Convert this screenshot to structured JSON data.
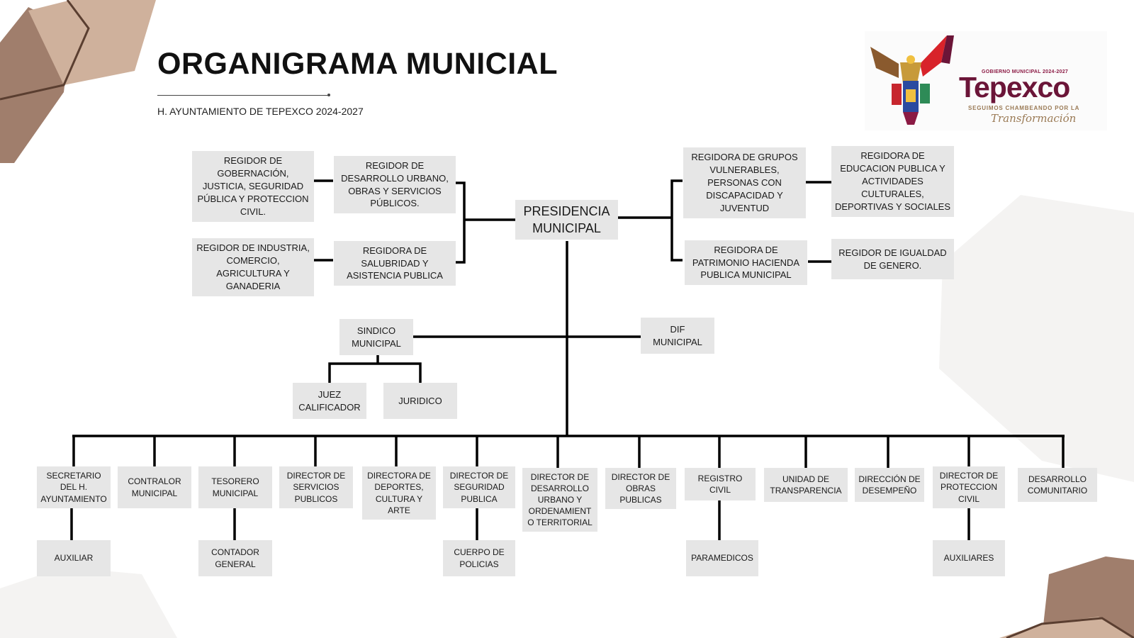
{
  "header": {
    "title": "ORGANIGRAMA MUNICIAL",
    "subtitle": "H. AYUNTAMIENTO DE TEPEXCO 2024-2027"
  },
  "logo": {
    "small_text": "GOBIERNO MUNICIPAL 2024-2027",
    "name": "Tepexco",
    "tagline": "SEGUIMOS CHAMBEANDO POR LA",
    "script": "Transformación"
  },
  "colors": {
    "background": "#ffffff",
    "box_fill": "#e6e6e6",
    "connector": "#000000",
    "deco_brown_dark": "#a07e6c",
    "deco_brown_light": "#cfb19c",
    "deco_gray": "#f4f3f2",
    "logo_maroon": "#6b1538"
  },
  "nodes": {
    "presidencia": [
      "PRESIDENCIA",
      "MUNICIPAL"
    ],
    "regidor_gobernacion": [
      "REGIDOR DE",
      "GOBERNACIÓN,",
      "JUSTICIA, SEGURIDAD",
      "PÚBLICA Y PROTECCION",
      "CIVIL."
    ],
    "regidor_desarrollo_urbano": [
      "REGIDOR DE",
      "DESARROLLO URBANO,",
      "OBRAS Y SERVICIOS",
      "PÚBLICOS."
    ],
    "regidor_industria": [
      "REGIDOR DE INDUSTRIA,",
      "COMERCIO,",
      "AGRICULTURA Y",
      "GANADERIA"
    ],
    "regidora_salubridad": [
      "REGIDORA DE",
      "SALUBRIDAD Y",
      "ASISTENCIA PUBLICA"
    ],
    "regidora_grupos_vulnerables": [
      "REGIDORA DE GRUPOS",
      "VULNERABLES,",
      "PERSONAS CON",
      "DISCAPACIDAD Y",
      "JUVENTUD"
    ],
    "regidora_educacion": [
      "REGIDORA DE",
      "EDUCACION PUBLICA Y",
      "ACTIVIDADES",
      "CULTURALES,",
      "DEPORTIVAS Y SOCIALES"
    ],
    "regidora_patrimonio": [
      "REGIDORA DE",
      "PATRIMONIO HACIENDA",
      "PUBLICA MUNICIPAL"
    ],
    "regidor_igualdad": [
      "REGIDOR DE IGUALDAD",
      "DE GENERO."
    ],
    "sindico": [
      "SINDICO",
      "MUNICIPAL"
    ],
    "dif": [
      "DIF",
      "MUNICIPAL"
    ],
    "juez": [
      "JUEZ",
      "CALIFICADOR"
    ],
    "juridico": [
      "JURIDICO"
    ],
    "secretario": [
      "SECRETARIO",
      "DEL H.",
      "AYUNTAMIENTO"
    ],
    "contralor": [
      "CONTRALOR",
      "MUNICIPAL"
    ],
    "tesorero": [
      "TESORERO",
      "MUNICIPAL"
    ],
    "dir_servicios": [
      "DIRECTOR DE",
      "SERVICIOS",
      "PUBLICOS"
    ],
    "dir_deportes": [
      "DIRECTORA DE",
      "DEPORTES,",
      "CULTURA Y",
      "ARTE"
    ],
    "dir_seguridad": [
      "DIRECTOR DE",
      "SEGURIDAD",
      "PUBLICA"
    ],
    "dir_desarrollo": [
      "DIRECTOR DE",
      "DESARROLLO",
      "URBANO Y",
      "ORDENAMIENT",
      "O TERRITORIAL"
    ],
    "dir_obras": [
      "DIRECTOR DE",
      "OBRAS",
      "PUBLICAS"
    ],
    "registro_civil": [
      "REGISTRO CIVIL"
    ],
    "transparencia": [
      "UNIDAD DE",
      "TRANSPARENCIA"
    ],
    "desempeno": [
      "DIRECCIÓN DE",
      "DESEMPEÑO"
    ],
    "dir_proteccion": [
      "DIRECTOR DE",
      "PROTECCION",
      "CIVIL"
    ],
    "desarrollo_comunitario": [
      "DESARROLLO",
      "COMUNITARIO"
    ],
    "auxiliar": [
      "AUXILIAR"
    ],
    "contador": [
      "CONTADOR",
      "GENERAL"
    ],
    "cuerpo_policias": [
      "CUERPO DE",
      "POLICIAS"
    ],
    "paramedicos": [
      "PARAMEDICOS"
    ],
    "auxiliares": [
      "AUXILIARES"
    ]
  }
}
